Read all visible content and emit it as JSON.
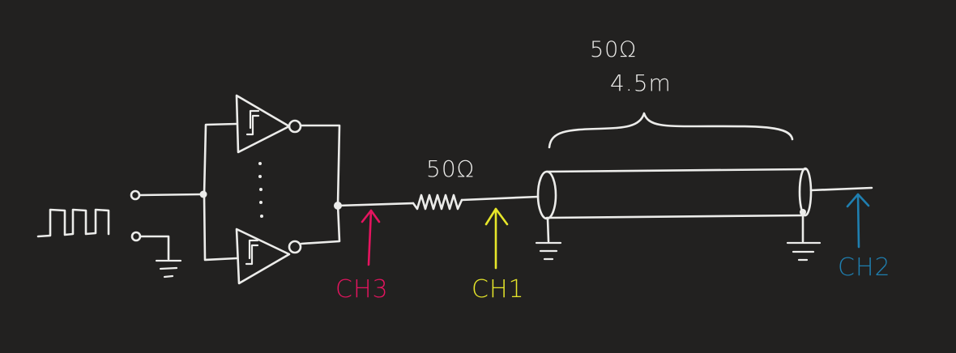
{
  "labels": {
    "cable_impedance": "50Ω",
    "cable_length": "4.5m",
    "series_resistor": "50Ω",
    "ch1": "CH1",
    "ch2": "CH2",
    "ch3": "CH3"
  },
  "colors": {
    "background": "#222120",
    "ink": "#ececea",
    "ch1": "#e6e62a",
    "ch2": "#1f7fb0",
    "ch3": "#e5145f"
  },
  "icons": [
    "square-wave-icon",
    "schmitt-inverter-icon",
    "resistor-icon",
    "coax-cable-icon",
    "ground-icon",
    "probe-arrow-icon"
  ]
}
